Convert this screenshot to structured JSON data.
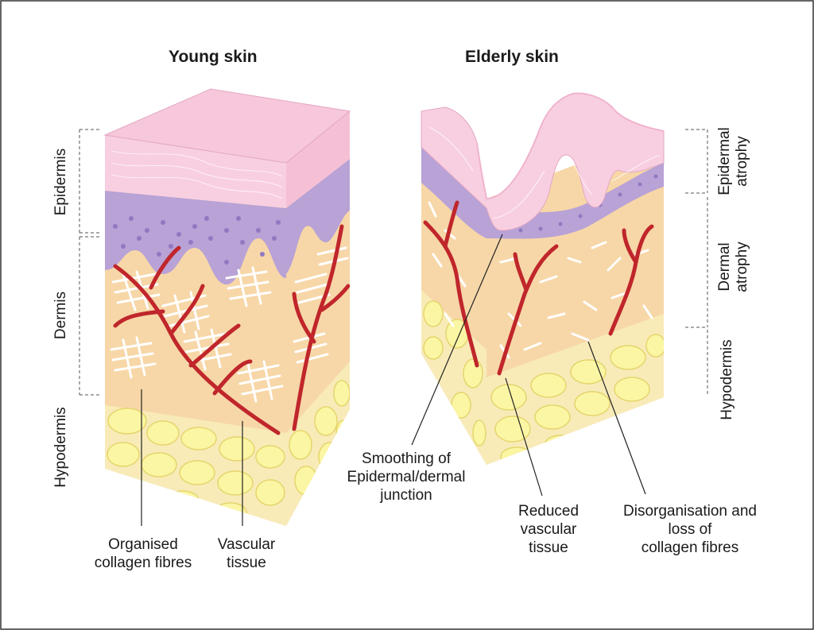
{
  "titles": {
    "young": "Young skin",
    "elderly": "Elderly skin"
  },
  "left_layers": {
    "epidermis": "Epidermis",
    "dermis": "Dermis",
    "hypodermis": "Hypodermis"
  },
  "right_layers": {
    "epidermal_atrophy": "Epidermal\natrophy",
    "dermal_atrophy": "Dermal\natrophy",
    "hypodermis": "Hypodermis"
  },
  "callouts": {
    "organised_collagen": "Organised\ncollagen fibres",
    "vascular_tissue": "Vascular\ntissue",
    "smoothing_junction": "Smoothing of\nEpidermal/dermal\njunction",
    "reduced_vascular": "Reduced\nvascular\ntissue",
    "disorganisation": "Disorganisation and\nloss of\ncollagen fibres"
  },
  "colors": {
    "epidermis_surface": "#f6c9dc",
    "epidermis_basal": "#b9a4d6",
    "dermis": "#f7d7a8",
    "hypodermis": "#f8ebb8",
    "fat_cell": "#fbf7a6",
    "vessel": "#c0262b",
    "collagen": "#ffffff"
  }
}
